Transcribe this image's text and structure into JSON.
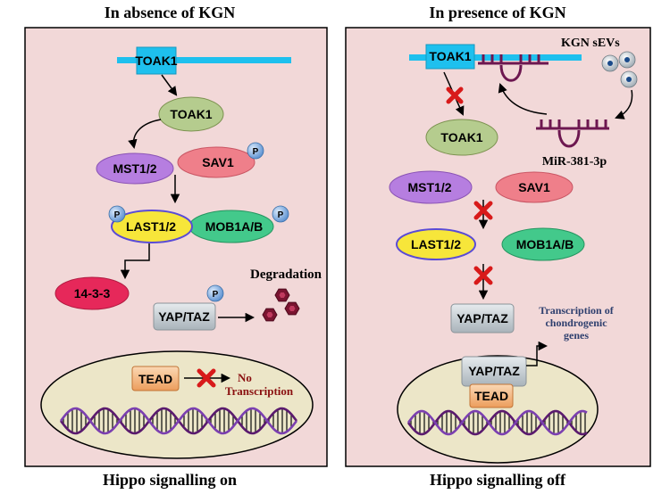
{
  "panels": {
    "left": {
      "title": "In absence of KGN",
      "footer": "Hippo signalling  on",
      "gene": "TOAK1",
      "toak1": "TOAK1",
      "mst": "MST1/2",
      "sav": "SAV1",
      "last": "LAST1/2",
      "mob": "MOB1A/B",
      "p": "P",
      "protein1433": "14-3-3",
      "yap": "YAP/TAZ",
      "degradation": "Degradation",
      "tead": "TEAD",
      "no": "No",
      "transcription": "Transcription"
    },
    "right": {
      "title": "In presence of KGN",
      "footer": "Hippo signalling  off",
      "gene": "TOAK1",
      "kgn": "KGN  sEVs",
      "mir": "MiR-381-3p",
      "toak1": "TOAK1",
      "mst": "MST1/2",
      "sav": "SAV1",
      "last": "LAST1/2",
      "mob": "MOB1A/B",
      "yap": "YAP/TAZ",
      "yap_nucleus": "YAP/TAZ",
      "tead": "TEAD",
      "transcription_line1": "Transcription of",
      "transcription_line2": "chondrogenic",
      "transcription_line3": "genes"
    }
  },
  "colors": {
    "background": "#f2d8d8",
    "border": "#000000",
    "gene_bar": "#1ec0ee",
    "toak1_ellipse": "#b5cc8e",
    "mst_ellipse": "#b67ee0",
    "sav_ellipse": "#ef7f8a",
    "last_ellipse": "#f7e63a",
    "mob_ellipse": "#43c98b",
    "protein1433": "#e6285a",
    "yap_box": "#c5cdd3",
    "tead_box": "#f3b27a",
    "nucleus": "#ece6c8",
    "phospho": "#6fa2dc",
    "degradation": "#7a1430",
    "inhibit_x": "#d81a1a",
    "microrna": "#6d1750",
    "dna_strand1": "#5a1a6e",
    "dna_strand2": "#7b3fb0",
    "transcription_text": "#2e3f6e",
    "no_transcription_text": "#8a1010"
  },
  "icons": [
    "arrow-icon",
    "inhibit-x-icon",
    "phospho-icon",
    "degradation-hexagon-icon",
    "microrna-icon",
    "exosome-icon",
    "dna-helix-icon"
  ]
}
